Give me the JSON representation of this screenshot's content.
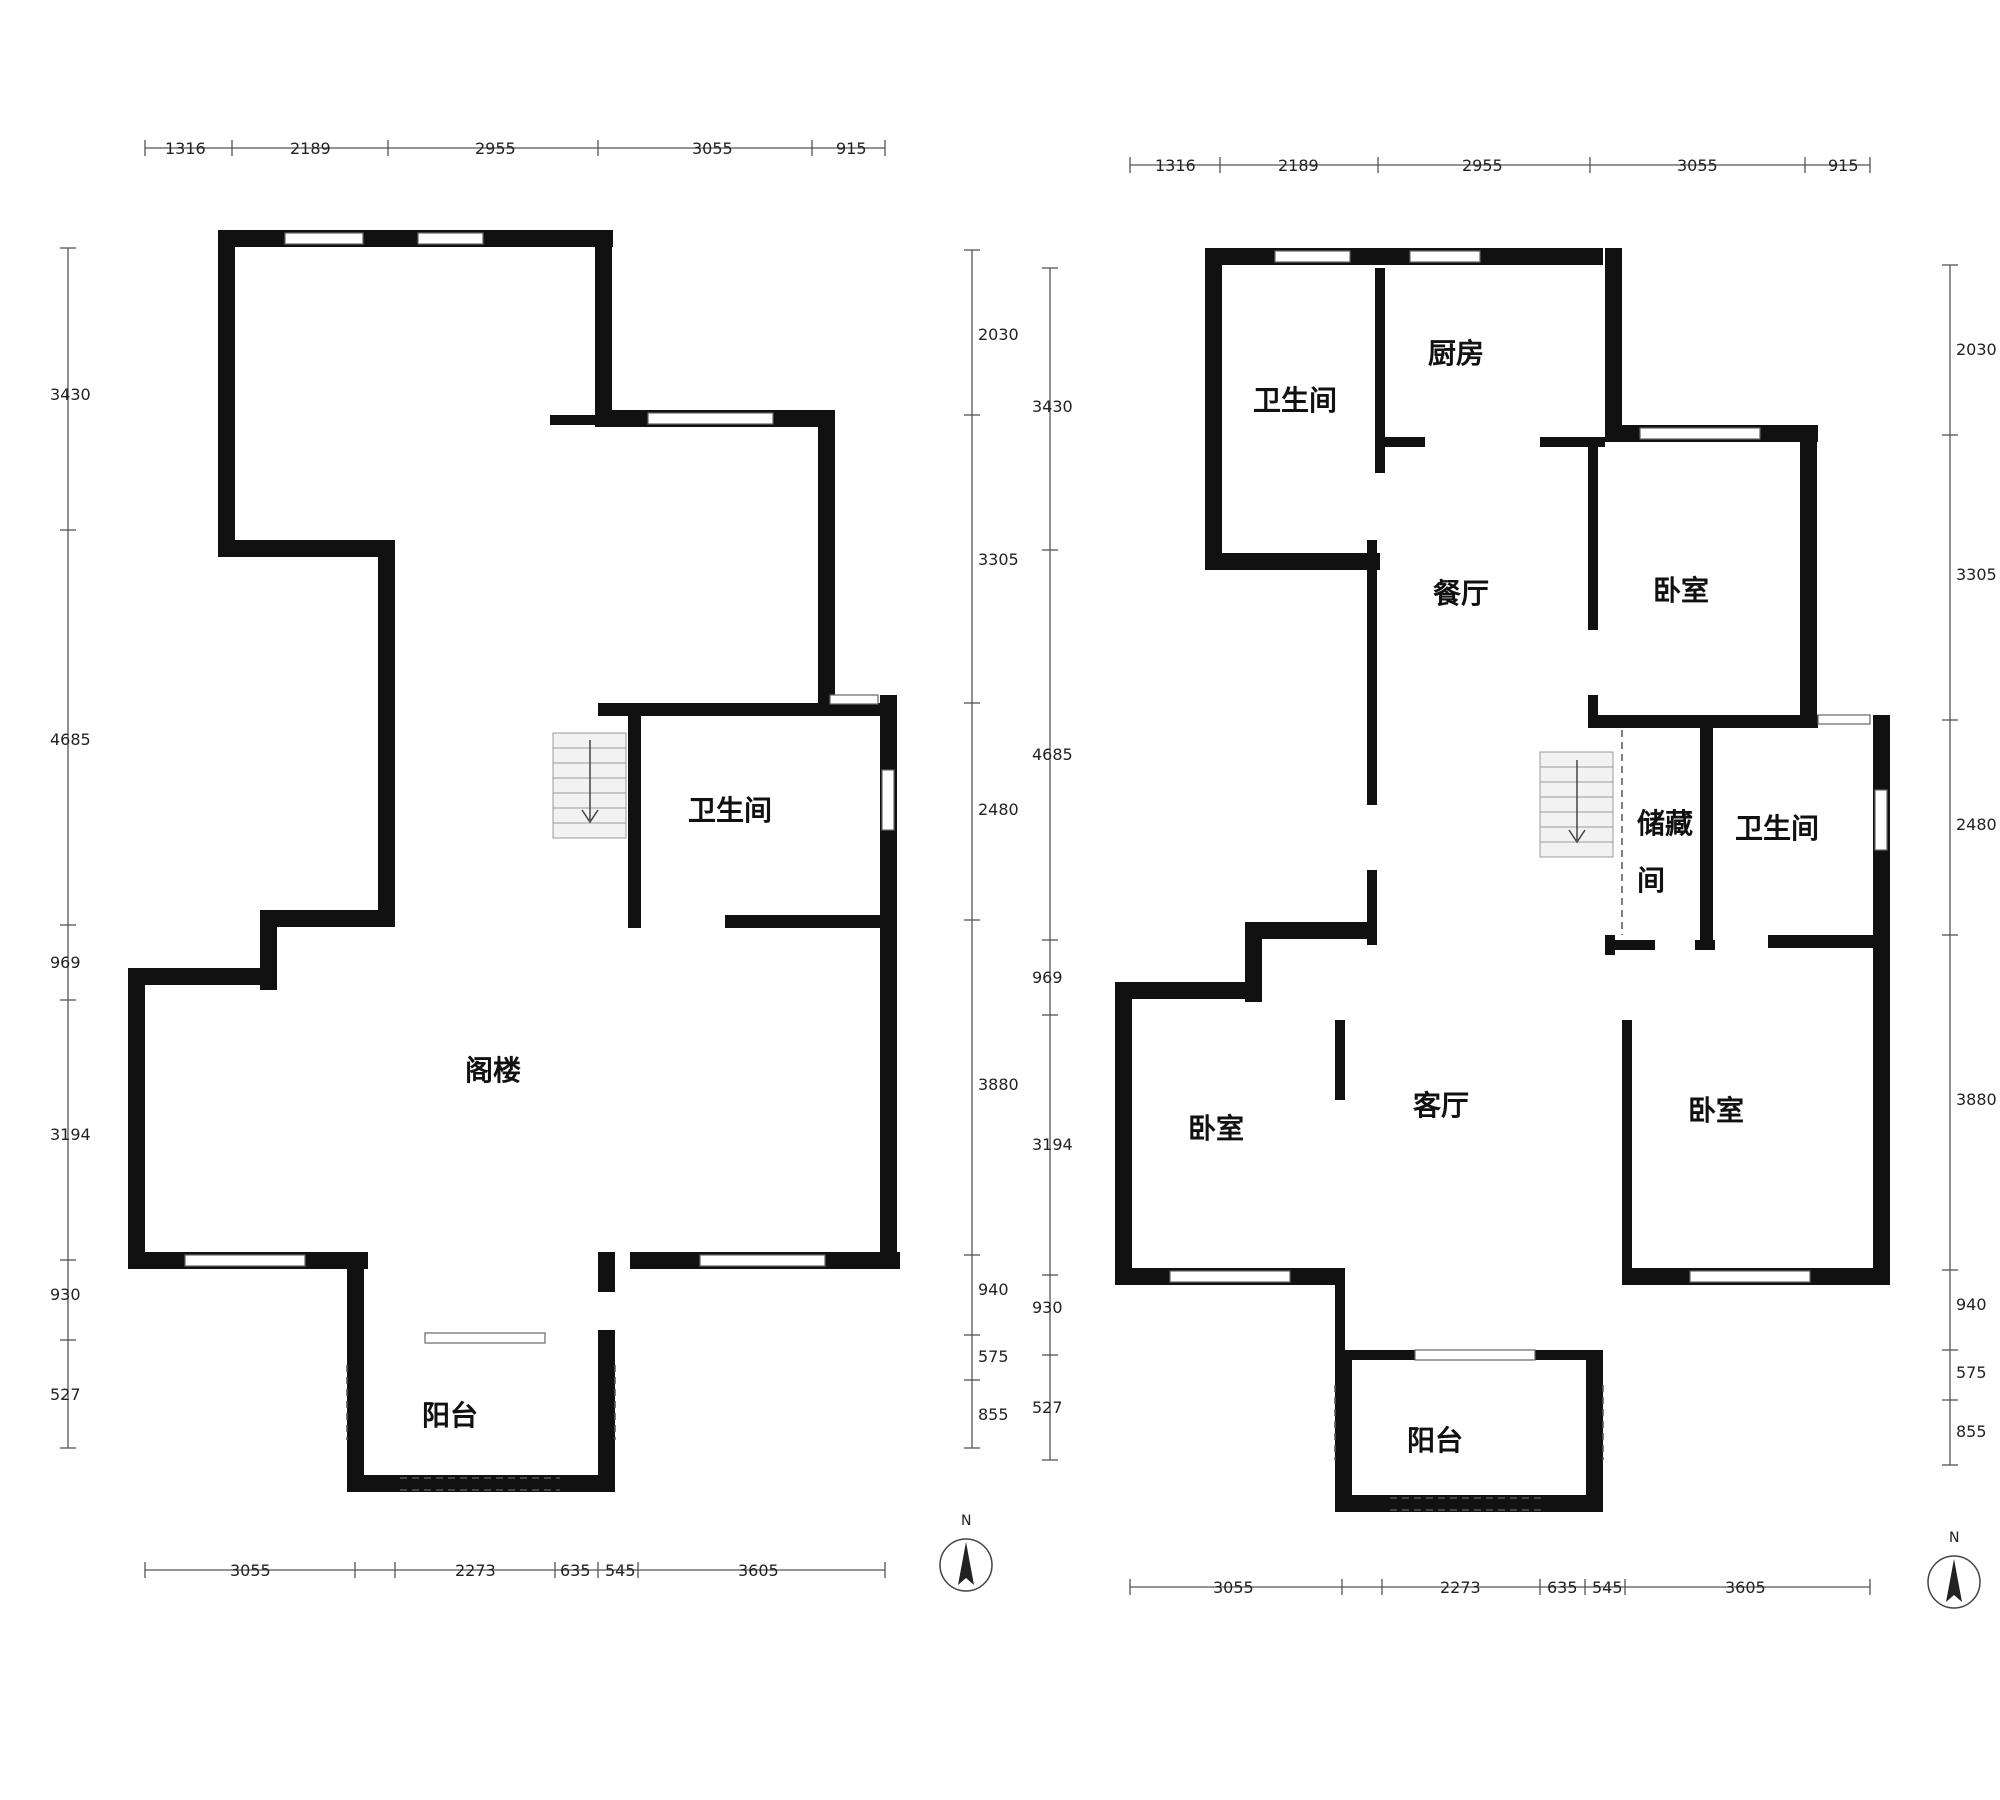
{
  "plans": [
    {
      "name": "upper",
      "rooms": {
        "bath": "卫生间",
        "loft": "阁楼",
        "balcony": "阳台"
      },
      "dims_top": [
        "1316",
        "2189",
        "2955",
        "3055",
        "915"
      ],
      "dims_left": [
        "3430",
        "4685",
        "969",
        "3194",
        "930",
        "527"
      ],
      "dims_right": [
        "2030",
        "3305",
        "2480",
        "3880",
        "940",
        "575",
        "855"
      ],
      "dims_bottom": [
        "3055",
        "2273",
        "635",
        "545",
        "3605"
      ],
      "north": "N"
    },
    {
      "name": "lower",
      "rooms": {
        "bath_left": "卫生间",
        "kitchen": "厨房",
        "dining": "餐厅",
        "bedroom_right": "卧室",
        "storage_1": "储藏",
        "storage_2": "间",
        "bath_right": "卫生间",
        "bedroom_left": "卧室",
        "living": "客厅",
        "bedroom_br": "卧室",
        "balcony": "阳台"
      },
      "dims_top": [
        "1316",
        "2189",
        "2955",
        "3055",
        "915"
      ],
      "dims_left": [
        "3430",
        "4685",
        "969",
        "3194",
        "930",
        "527"
      ],
      "dims_right": [
        "2030",
        "3305",
        "2480",
        "3880",
        "940",
        "575",
        "855"
      ],
      "dims_bottom": [
        "3055",
        "2273",
        "635",
        "545",
        "3605"
      ],
      "north": "N"
    }
  ]
}
